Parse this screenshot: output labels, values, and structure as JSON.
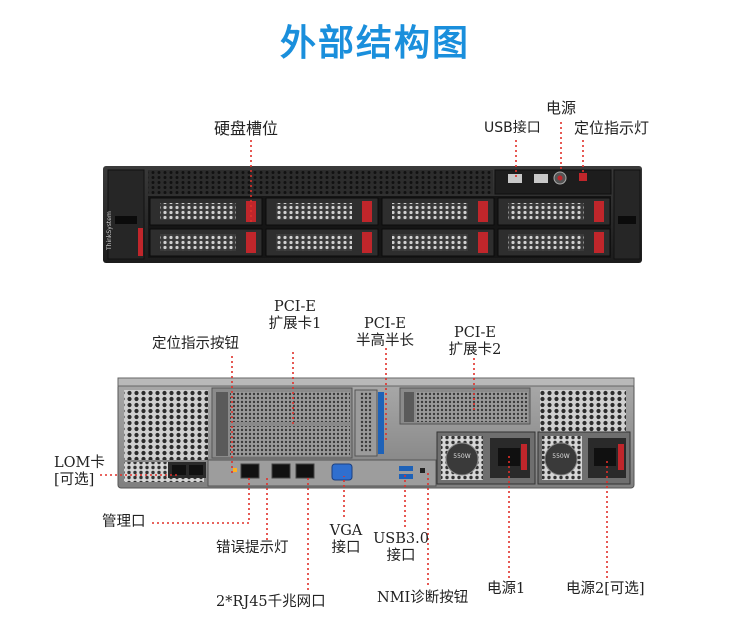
{
  "title": "外部结构图",
  "front": {
    "hdd_bays": "硬盘槽位",
    "usb_port": "USB接口",
    "power": "电源",
    "locator_led": "定位指示灯",
    "brand": "ThinkSystem"
  },
  "rear": {
    "pcie1_line1": "PCI-E",
    "pcie1_line2": "扩展卡1",
    "pcie_half_line1": "PCI-E",
    "pcie_half_line2": "半高半长",
    "pcie2_line1": "PCI-E",
    "pcie2_line2": "扩展卡2",
    "locator_button": "定位指示按钮",
    "lom_line1": "LOM卡",
    "lom_line2": "[可选]",
    "mgmt_port": "管理口",
    "error_led": "错误提示灯",
    "vga_line1": "VGA",
    "vga_line2": "接口",
    "usb3_line1": "USB3.0",
    "usb3_line2": "接口",
    "rj45": "2*RJ45千兆网口",
    "nmi_button": "NMI诊断按钮",
    "psu1": "电源1",
    "psu2": "电源2[可选]",
    "psu_rating": "550W"
  },
  "colors": {
    "title": "#1a8fdc",
    "leader": "#e0302a",
    "chassis_dark": "#2a2a2a",
    "chassis_grey": "#8c8c8c",
    "accent_red": "#c0262b"
  }
}
